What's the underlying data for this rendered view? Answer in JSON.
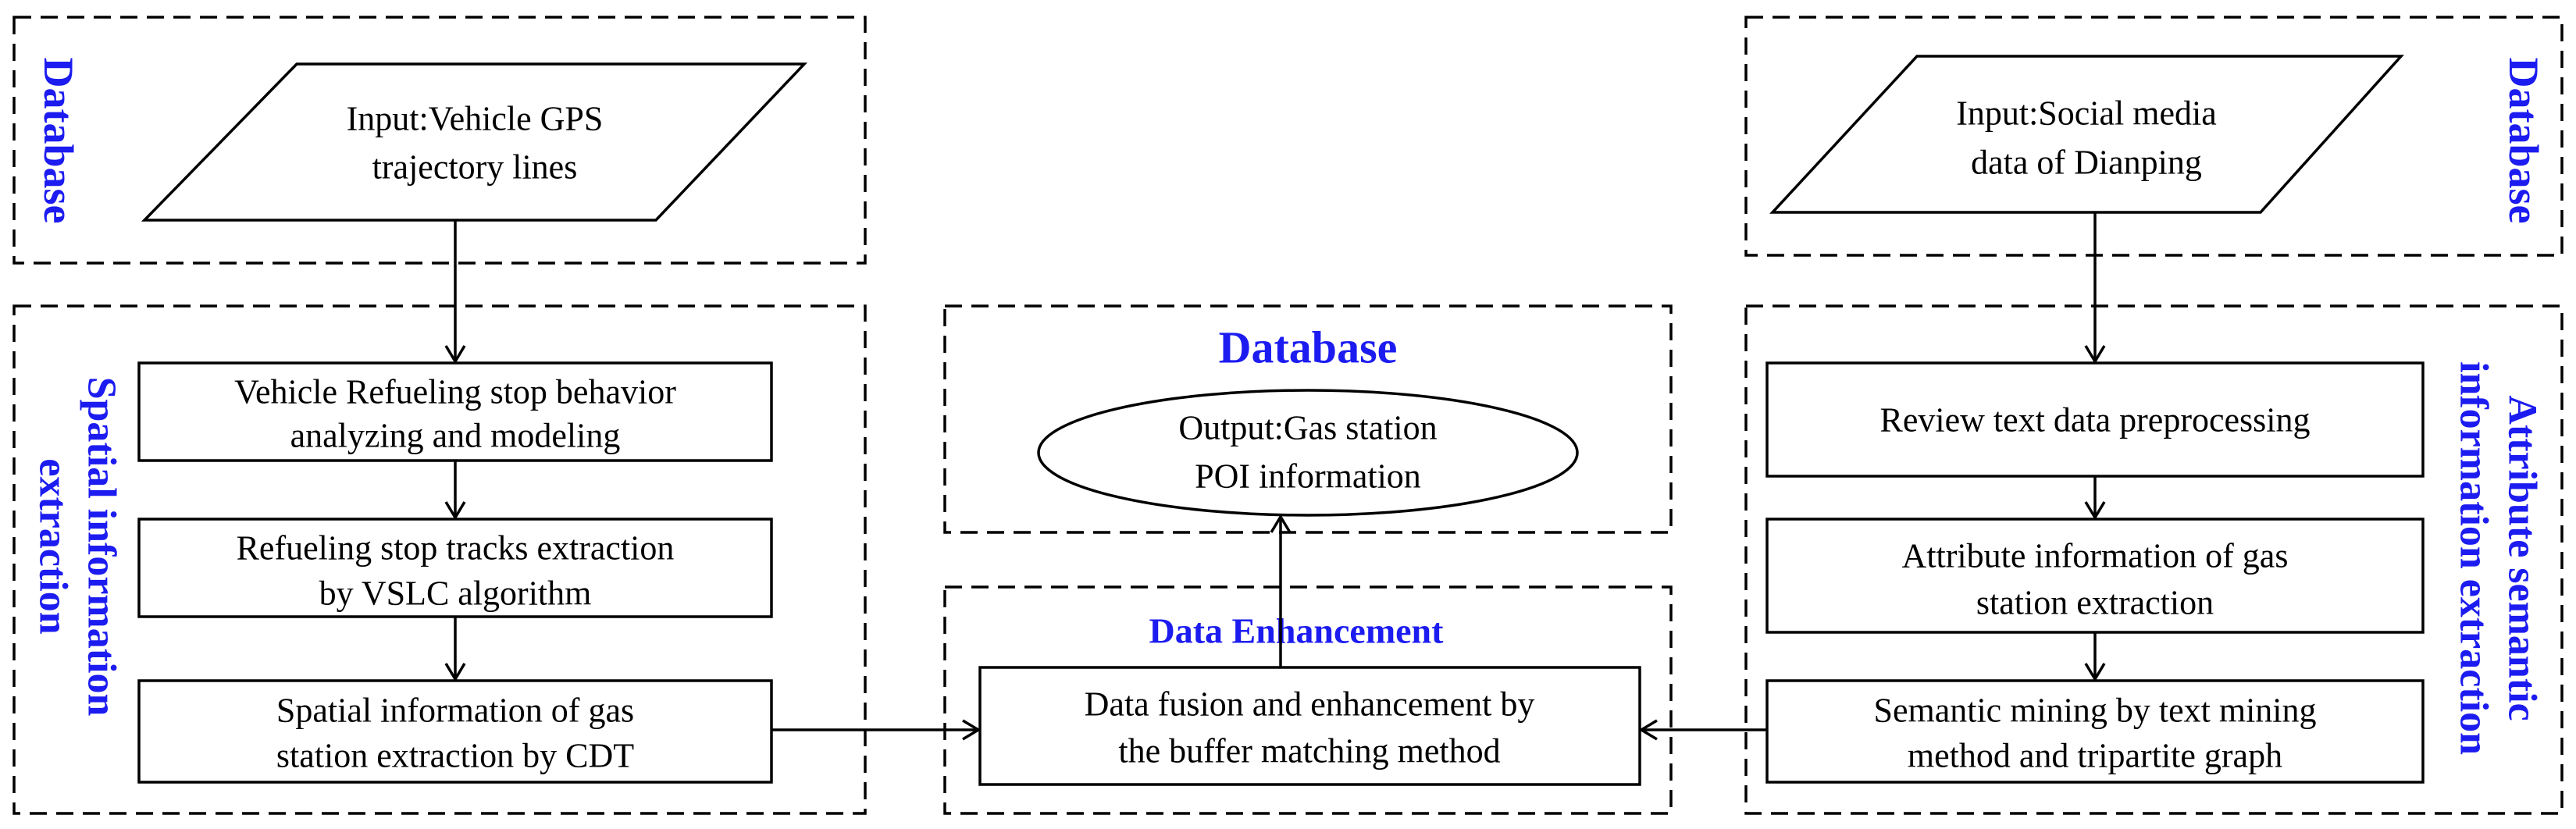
{
  "colors": {
    "label": "#1c1cf0",
    "line": "#000000",
    "background": "#ffffff"
  },
  "groups": {
    "left_database": "Database",
    "right_database": "Database",
    "center_database": "Database",
    "spatial_extraction": [
      "Spatial information",
      "extraction"
    ],
    "attribute_extraction": [
      "Attribute semantic",
      "information extraction"
    ],
    "data_enhancement": "Data Enhancement"
  },
  "nodes": {
    "input_gps": [
      "Input:Vehicle GPS",
      "trajectory lines"
    ],
    "input_social": [
      "Input:Social media",
      "data of Dianping"
    ],
    "refuel_behavior": [
      "Vehicle Refueling stop behavior",
      "analyzing and modeling"
    ],
    "refuel_tracks": [
      "Refueling stop tracks extraction",
      "by VSLC algorithm"
    ],
    "spatial_info": [
      "Spatial  information of gas",
      "station  extraction by CDT"
    ],
    "review_preprocess": [
      "Review text data preprocessing"
    ],
    "attribute_info": [
      "Attribute information of gas",
      "station extraction"
    ],
    "semantic_mining": [
      "Semantic mining by text mining",
      "method and tripartite graph"
    ],
    "data_fusion": [
      "Data fusion and enhancement by",
      "the buffer matching method"
    ],
    "output_poi": [
      "Output:Gas station",
      "POI information"
    ]
  }
}
